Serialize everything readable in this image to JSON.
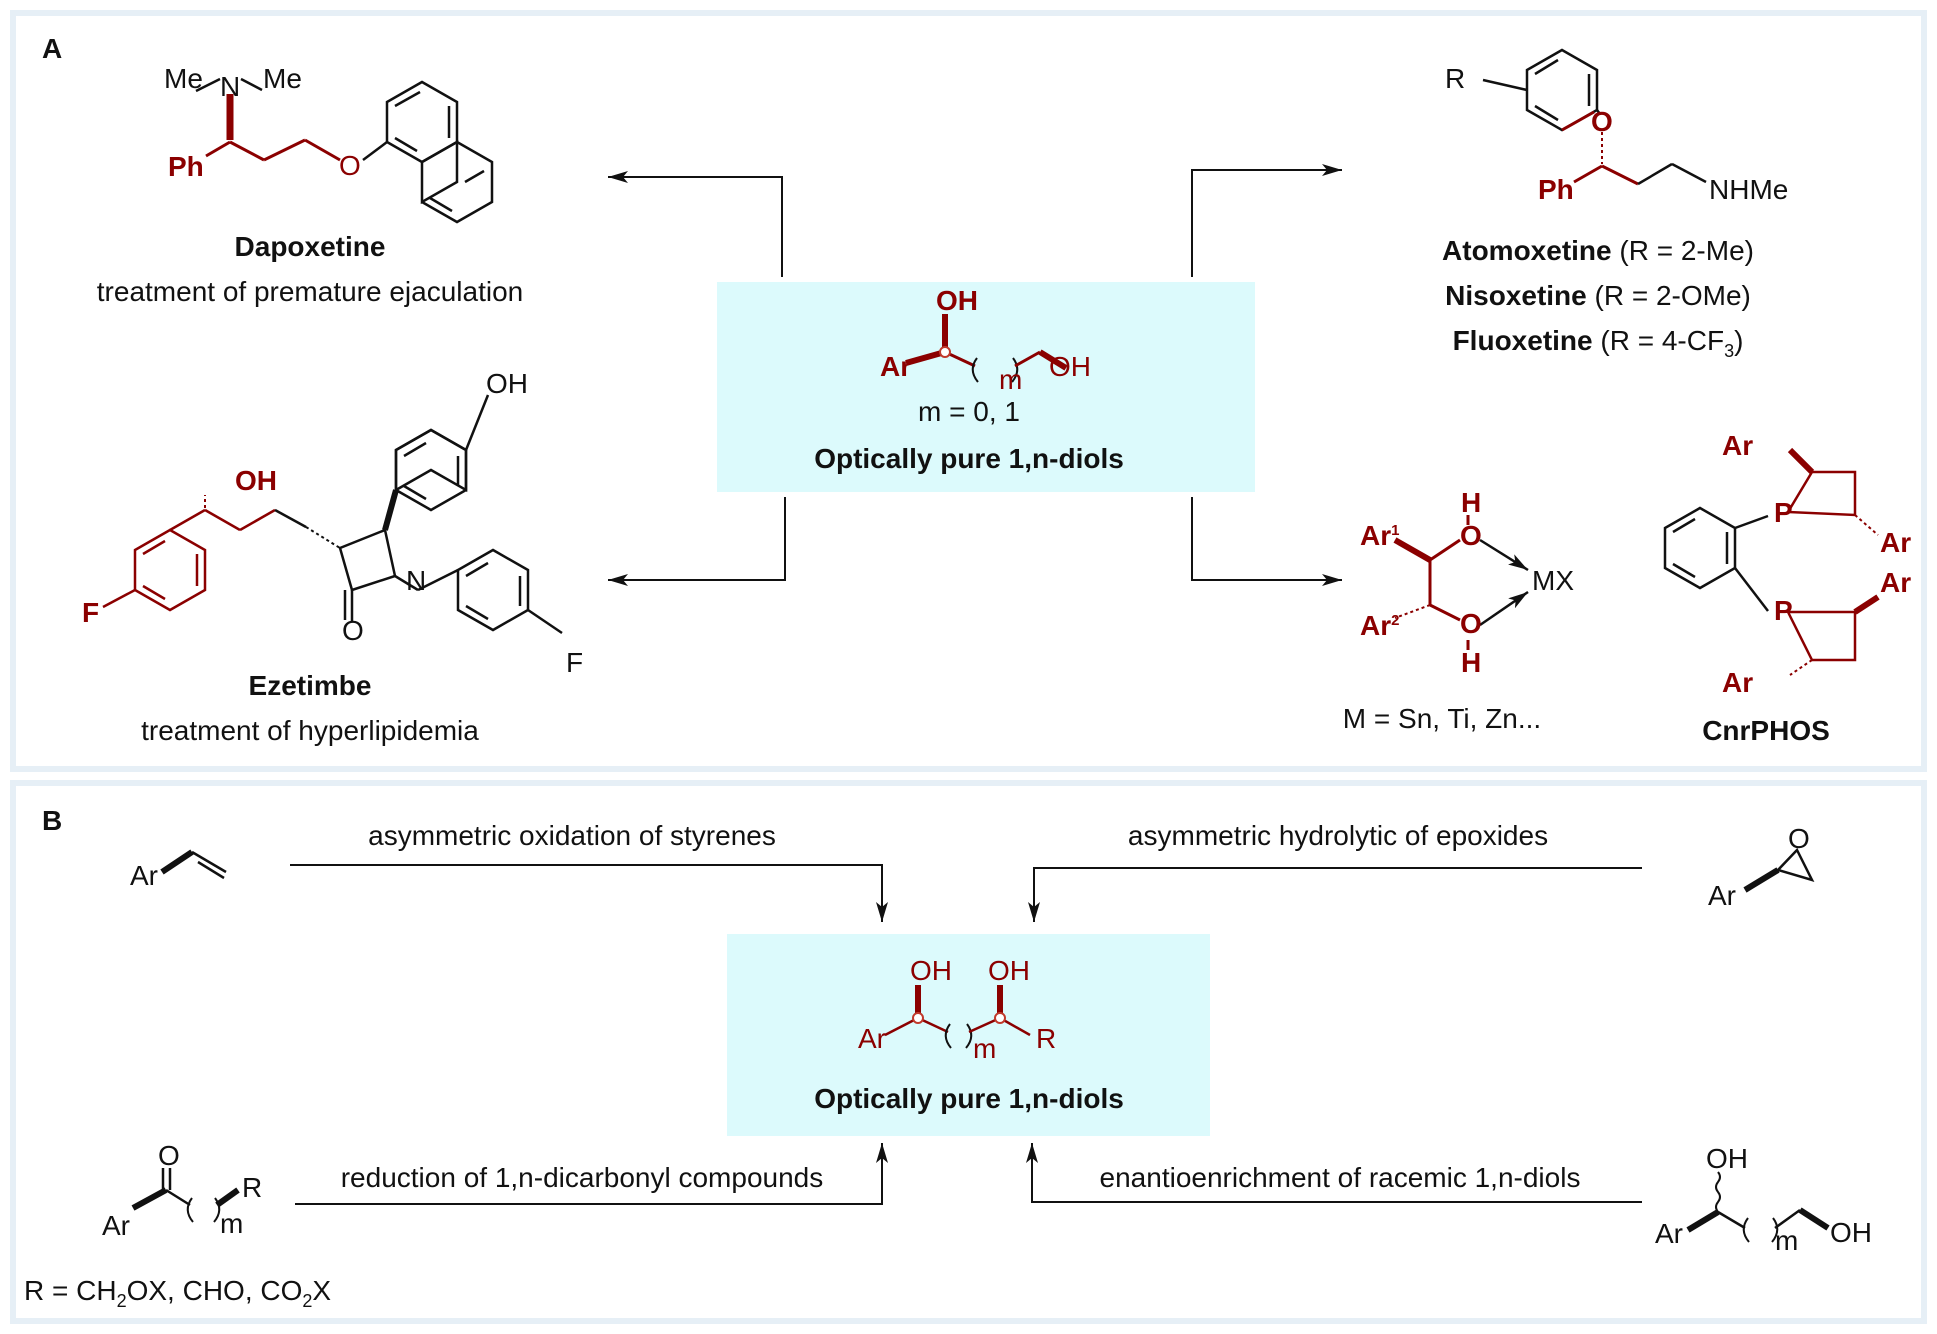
{
  "panel_a": {
    "label": "A",
    "center": {
      "oh": "OH",
      "ar": "Ar",
      "m": "m",
      "oh2": "OH",
      "m_values": "m = 0, 1",
      "title": "Optically pure 1,n-diols"
    },
    "dapoxetine": {
      "me1": "Me",
      "n": "N",
      "me2": "Me",
      "ph": "Ph",
      "o": "O",
      "name": "Dapoxetine",
      "use": "treatment of premature ejaculation"
    },
    "atomoxetine": {
      "r": "R",
      "o": "O",
      "ph": "Ph",
      "nhme": "NHMe",
      "line1_name": "Atomoxetine",
      "line1_rest": " (R = 2-Me)",
      "line2_name": "Nisoxetine",
      "line2_rest": " (R = 2-OMe)",
      "line3_name": "Fluoxetine",
      "line3_pre": " (R = 4-CF",
      "line3_sub": "3",
      "line3_post": ")"
    },
    "ezetimbe": {
      "oh_top": "OH",
      "oh": "OH",
      "f1": "F",
      "n": "N",
      "o": "O",
      "f2": "F",
      "name": "Ezetimbe",
      "use": "treatment of hyperlipidemia"
    },
    "complex": {
      "ar1": "Ar",
      "ar1_sup": "1",
      "ar2": "Ar",
      "ar2_sup": "2",
      "h1": "H",
      "o1": "O",
      "o2": "O",
      "h2": "H",
      "mx": "MX",
      "caption": "M = Sn, Ti, Zn..."
    },
    "cnrphos": {
      "ar_a": "Ar",
      "ar_b": "Ar",
      "ar_c": "Ar",
      "ar_d": "Ar",
      "p1": "P",
      "p2": "P",
      "name": "CnrPHOS"
    }
  },
  "panel_b": {
    "label": "B",
    "styrene_ar": "Ar",
    "epoxide": {
      "o": "O",
      "ar": "Ar"
    },
    "route1": "asymmetric oxidation of styrenes",
    "route2": "asymmetric hydrolytic of epoxides",
    "route3": "reduction of 1,n-dicarbonyl compounds",
    "route4": "enantioenrichment of racemic 1,n-diols",
    "center": {
      "oh1": "OH",
      "oh2": "OH",
      "ar": "Ar",
      "m": "m",
      "r": "R",
      "title": "Optically pure 1,n-diols"
    },
    "ketone": {
      "o": "O",
      "r": "R",
      "ar": "Ar",
      "m": "m"
    },
    "r_def": {
      "p1": "R = CH",
      "s1": "2",
      "p2": "OX, CHO, CO",
      "s2": "2",
      "p3": "X"
    },
    "racemic": {
      "oh_top": "OH",
      "ar": "Ar",
      "m": "m",
      "oh": "OH"
    }
  },
  "colors": {
    "accent": "#8b0000",
    "box": "#dcfafc",
    "border": "#e6eff6"
  }
}
